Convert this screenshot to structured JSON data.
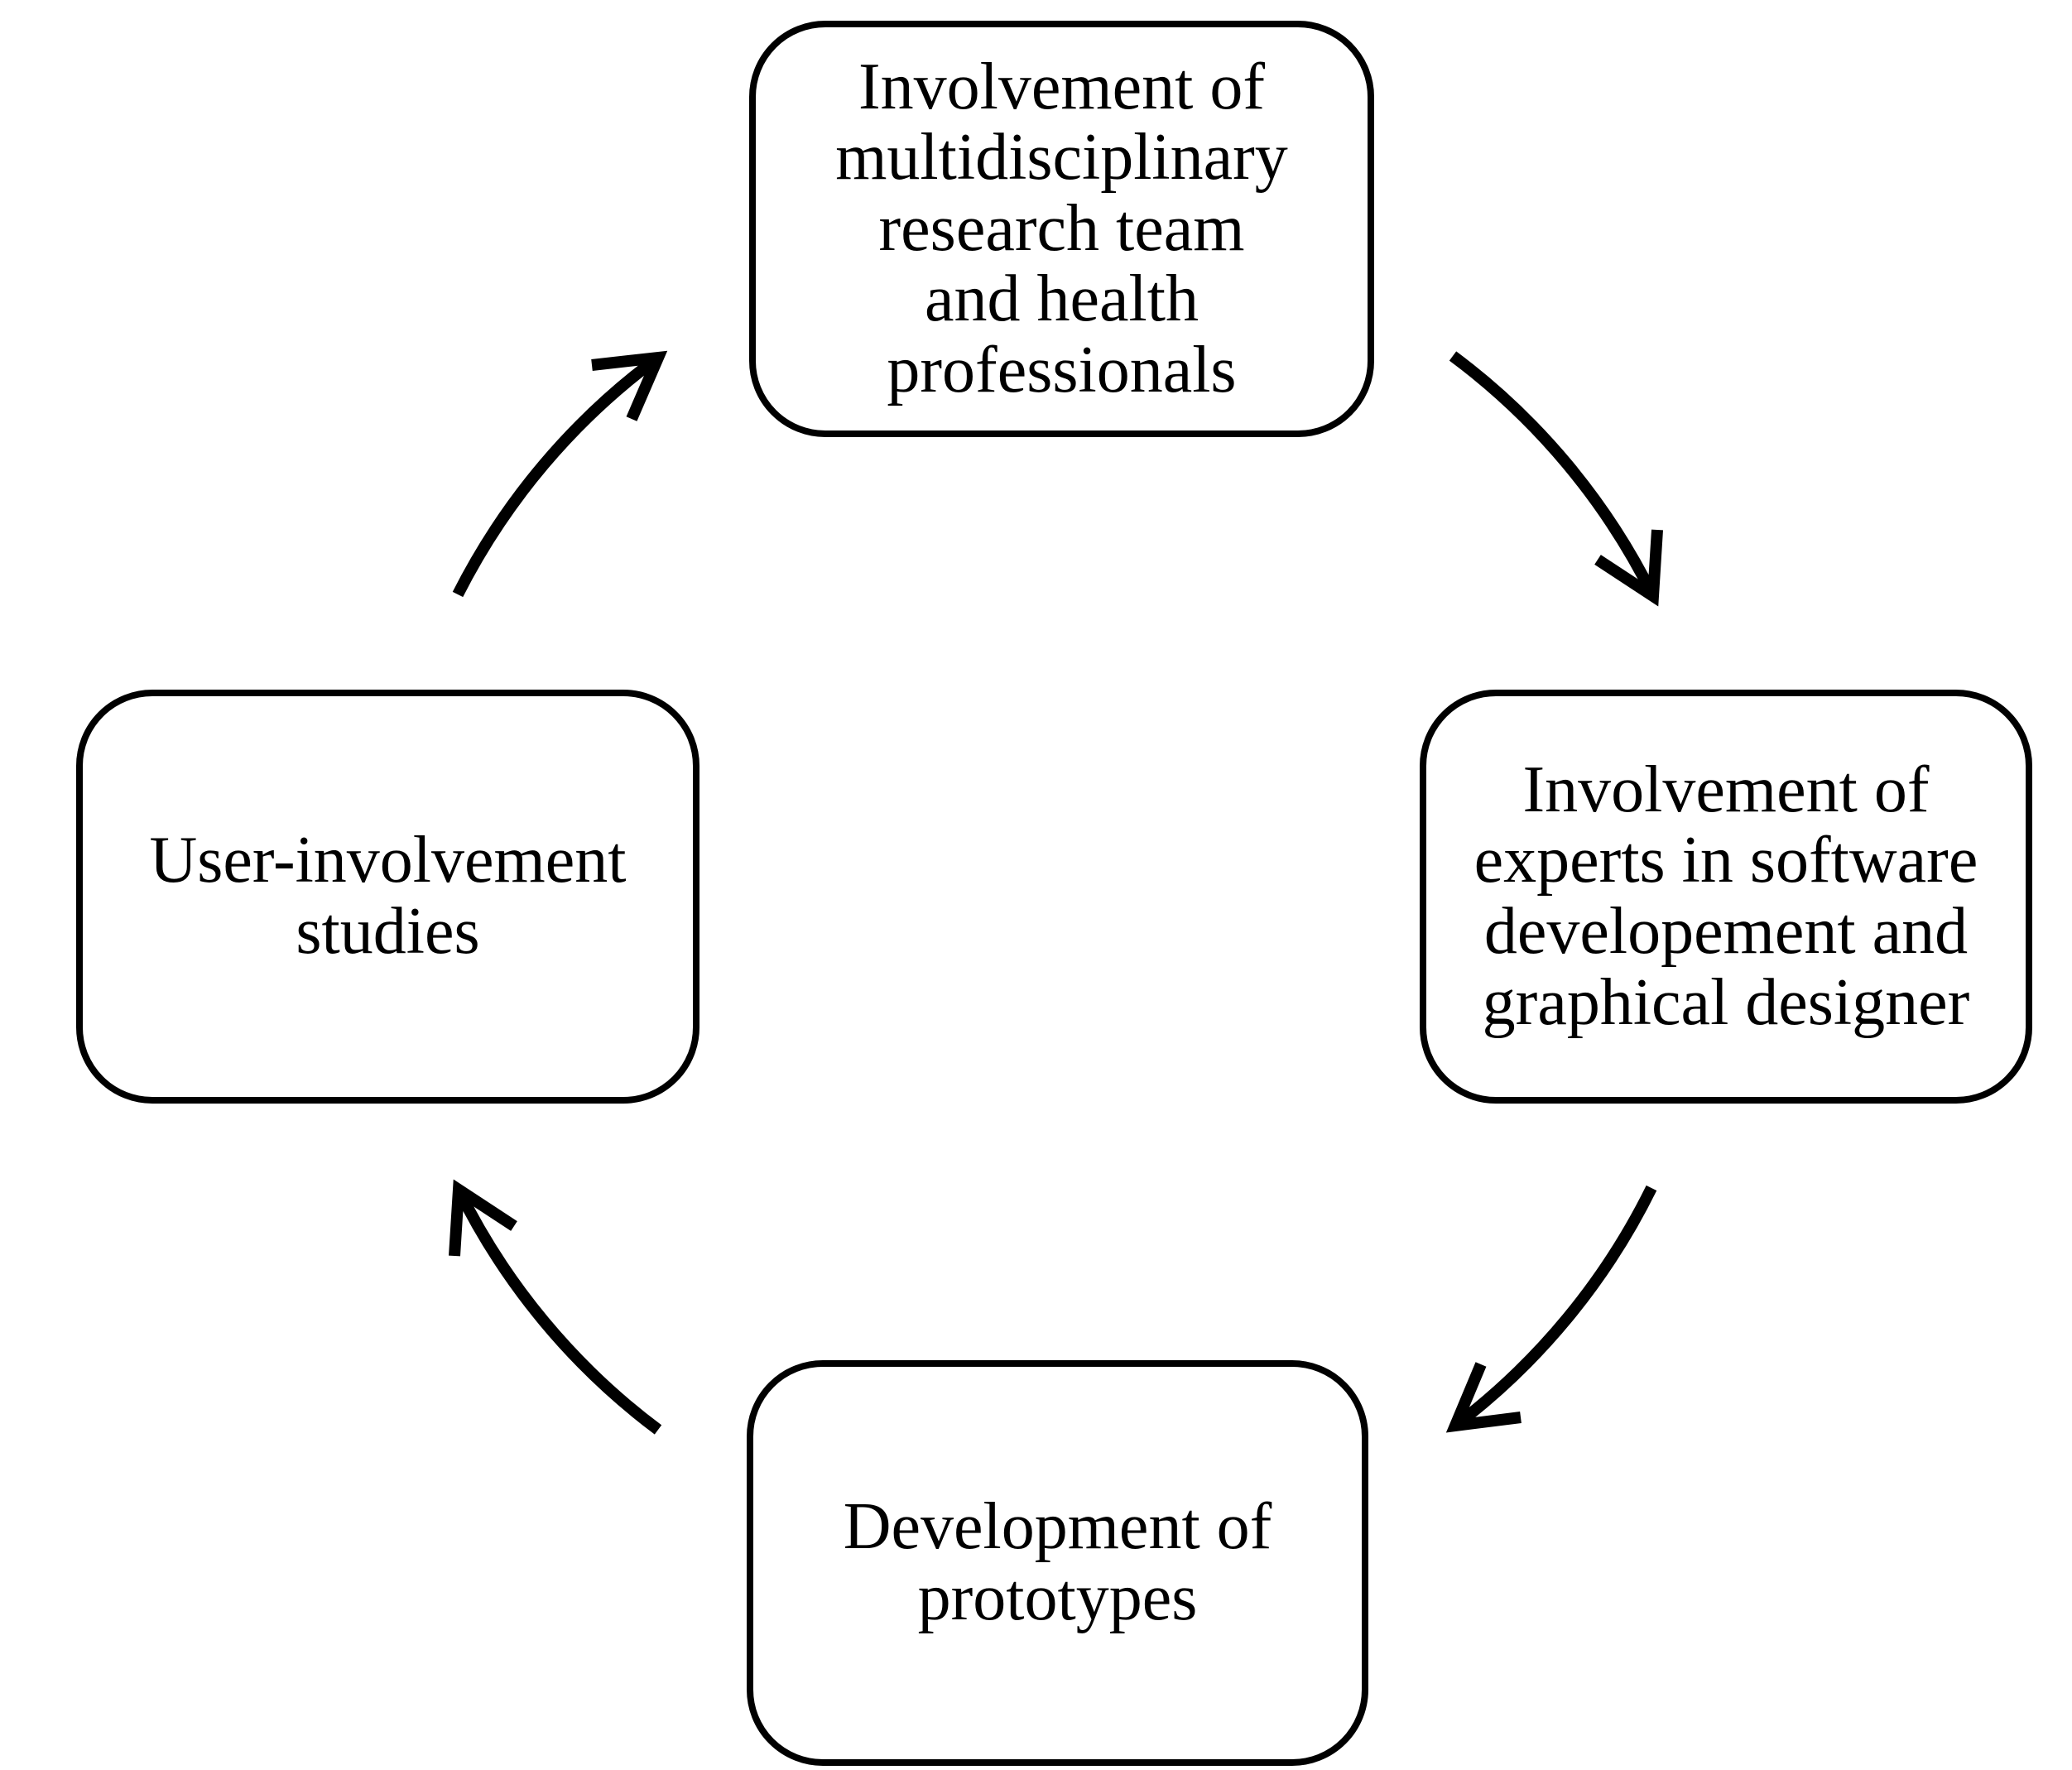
{
  "diagram": {
    "type": "cycle",
    "background_color": "#ffffff",
    "stroke_color": "#000000",
    "text_color": "#000000",
    "nodes": {
      "top": {
        "label": "Involvement of\nmultidisciplinary\nresearch team\nand health\nprofessionals"
      },
      "right": {
        "label": "Involvement of\nexperts in software\ndevelopement and\ngraphical designer"
      },
      "bottom": {
        "label": "Development of\nprototypes"
      },
      "left": {
        "label": "User-involvement\nstudies"
      }
    },
    "edges": [
      {
        "from": "top",
        "to": "right"
      },
      {
        "from": "right",
        "to": "bottom"
      },
      {
        "from": "bottom",
        "to": "left"
      },
      {
        "from": "left",
        "to": "top"
      }
    ]
  }
}
